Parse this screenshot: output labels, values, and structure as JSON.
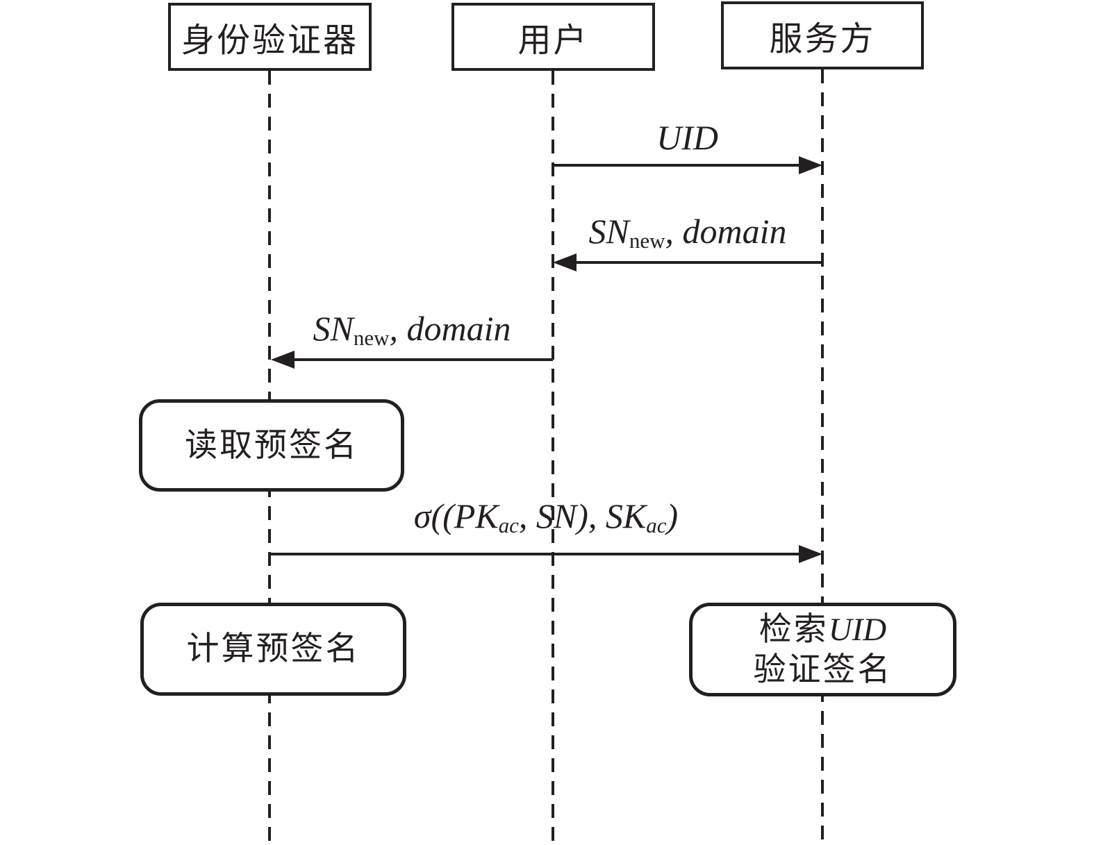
{
  "diagram_type": "sequence-diagram",
  "colors": {
    "ink": "#231f20",
    "background": "#ffffff"
  },
  "actors": [
    {
      "id": "authenticator",
      "label": "身份验证器"
    },
    {
      "id": "user",
      "label": "用户"
    },
    {
      "id": "server",
      "label": "服务方"
    }
  ],
  "messages": [
    {
      "from": "用户",
      "to": "服务方",
      "direction": "right",
      "parts": [
        {
          "text": "UID",
          "style": "italic"
        }
      ]
    },
    {
      "from": "服务方",
      "to": "用户",
      "direction": "left",
      "parts": [
        {
          "text": "SN",
          "style": "italic"
        },
        {
          "text": "new",
          "style": "subscript"
        },
        {
          "text": ", domain",
          "style": "italic"
        }
      ]
    },
    {
      "from": "用户",
      "to": "身份验证器",
      "direction": "left",
      "parts": [
        {
          "text": "SN",
          "style": "italic"
        },
        {
          "text": "new",
          "style": "subscript"
        },
        {
          "text": ", domain",
          "style": "italic"
        }
      ]
    },
    {
      "from": "身份验证器",
      "to": "服务方",
      "direction": "right",
      "parts": [
        {
          "text": "σ((PK",
          "style": "italic"
        },
        {
          "text": "ac",
          "style": "subscript-italic"
        },
        {
          "text": ", SN), SK",
          "style": "italic"
        },
        {
          "text": "ac",
          "style": "subscript-italic"
        },
        {
          "text": ")",
          "style": "italic"
        }
      ]
    }
  ],
  "process_boxes": [
    {
      "actor": "身份验证器",
      "lines": [
        [
          {
            "text": "读取预签名",
            "style": "normal"
          }
        ]
      ]
    },
    {
      "actor": "身份验证器",
      "lines": [
        [
          {
            "text": "计算预签名",
            "style": "normal"
          }
        ]
      ]
    },
    {
      "actor": "服务方",
      "lines": [
        [
          {
            "text": "检索",
            "style": "normal"
          },
          {
            "text": "UID",
            "style": "italic"
          }
        ],
        [
          {
            "text": "验证签名",
            "style": "normal"
          }
        ]
      ]
    }
  ]
}
